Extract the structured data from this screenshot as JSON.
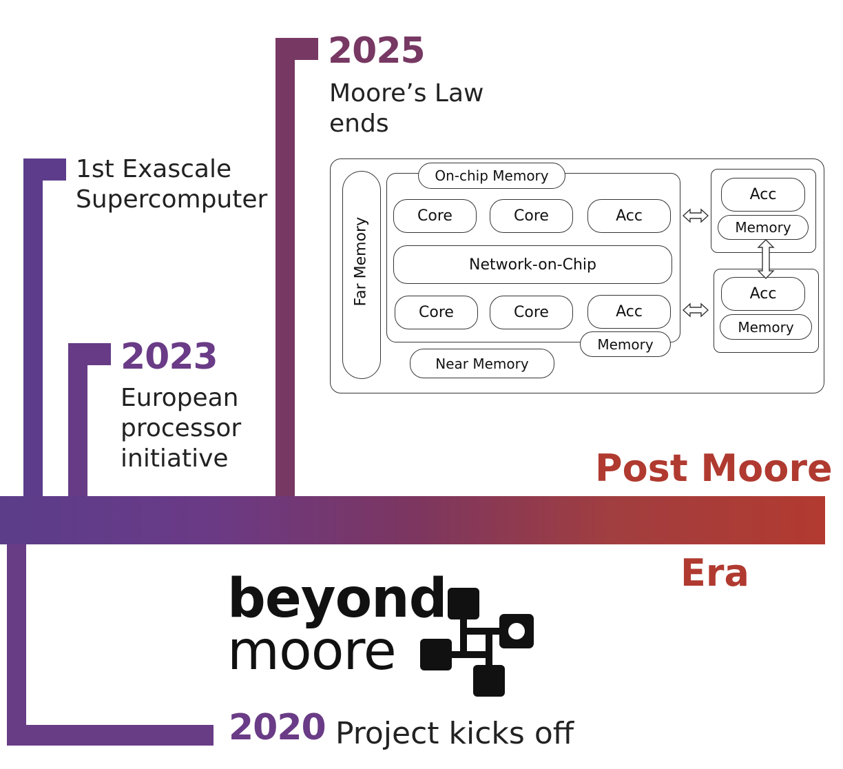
{
  "milestones": [
    {
      "year": "2025",
      "text_lines": [
        "Moore’s Law",
        "ends"
      ]
    },
    {
      "year": "",
      "text_lines": [
        "1st Exascale",
        "Supercomputer"
      ]
    },
    {
      "year": "2023",
      "text_lines": [
        "European",
        "processor",
        "initiative"
      ]
    },
    {
      "year": "2020",
      "text": "Project kicks off"
    }
  ],
  "era": {
    "line1": "Post Moore",
    "line2": "Era"
  },
  "logo": {
    "line1": "beyond",
    "line2": "moore"
  },
  "diagram": {
    "far_memory": "Far Memory",
    "on_chip_memory": "On-chip Memory",
    "network": "Network-on-Chip",
    "near_memory": "Near Memory",
    "chip_memory": "Memory",
    "row1": [
      "Core",
      "Core",
      "Acc"
    ],
    "row2": [
      "Core",
      "Core",
      "Acc"
    ],
    "acc_units": [
      {
        "acc": "Acc",
        "memory": "Memory"
      },
      {
        "acc": "Acc",
        "memory": "Memory"
      }
    ]
  },
  "colors": {
    "purple": "#6a3b86",
    "red": "#b03a30",
    "logo": "#111111"
  }
}
